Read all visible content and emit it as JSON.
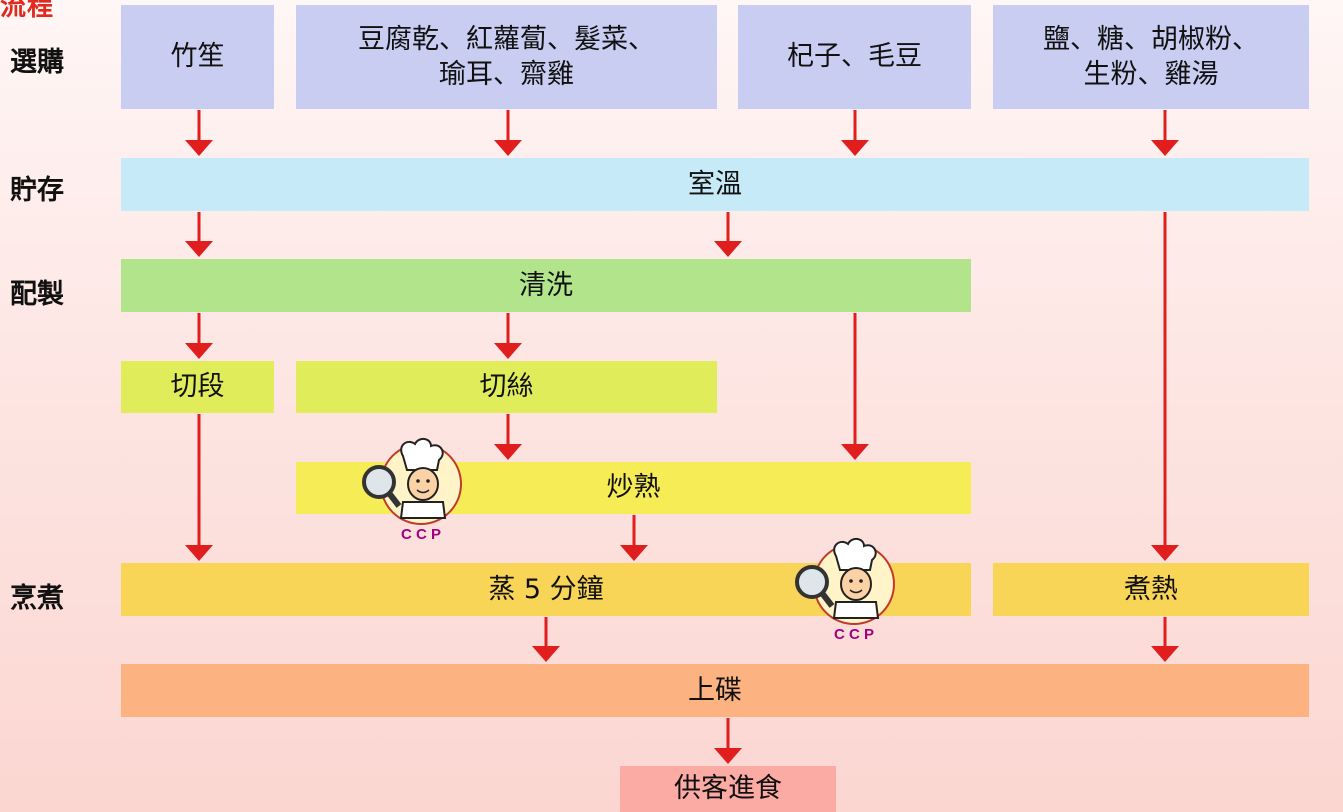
{
  "header_fragment": "流程",
  "row_labels": [
    "選購",
    "貯存",
    "配製",
    "烹煮"
  ],
  "boxes": {
    "bamboo": "竹笙",
    "tofu_line1": "豆腐乾、紅蘿蔔、髮菜、",
    "tofu_line2": "瑜耳、齋雞",
    "goji": "杞子、毛豆",
    "seasoning_line1": "鹽、糖、胡椒粉、",
    "seasoning_line2": "生粉、雞湯",
    "storage": "室溫",
    "wash": "清洗",
    "cut_segments": "切段",
    "shred": "切絲",
    "stirfry": "炒熟",
    "steam": "蒸 5 分鐘",
    "boil": "煮熱",
    "plate": "上碟",
    "serve": "供客進食"
  },
  "ccp_label": "C C P",
  "colors": {
    "purchase": "#c9cdf2",
    "storage": "#c6eaf7",
    "wash": "#b2e58b",
    "cut": "#e1ec5a",
    "stirfry": "#f6ec55",
    "cook": "#f8d556",
    "plate": "#fcb381",
    "serve": "#fbaaa4",
    "arrow": "#e01e1e"
  }
}
